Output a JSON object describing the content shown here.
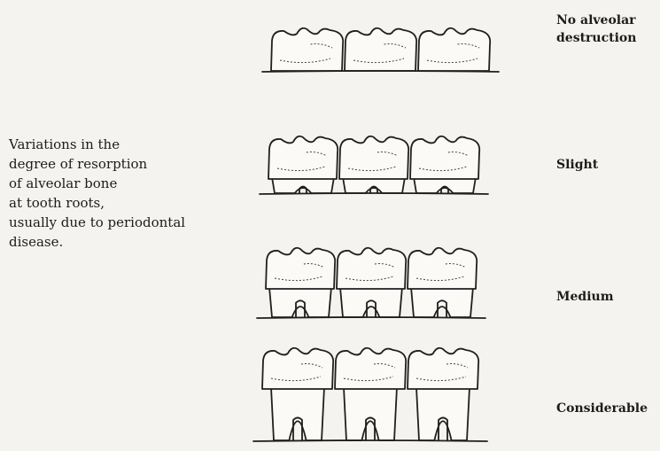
{
  "caption": "Variations in the\ndegree of resorption\nof alveolar bone\nat tooth roots,\nusually due to periodontal\ndisease.",
  "stages": [
    {
      "label": "No alveolar\ndestruction",
      "level": 0
    },
    {
      "label": "Slight",
      "level": 1
    },
    {
      "label": "Medium",
      "level": 2
    },
    {
      "label": "Considerable",
      "level": 3
    }
  ]
}
